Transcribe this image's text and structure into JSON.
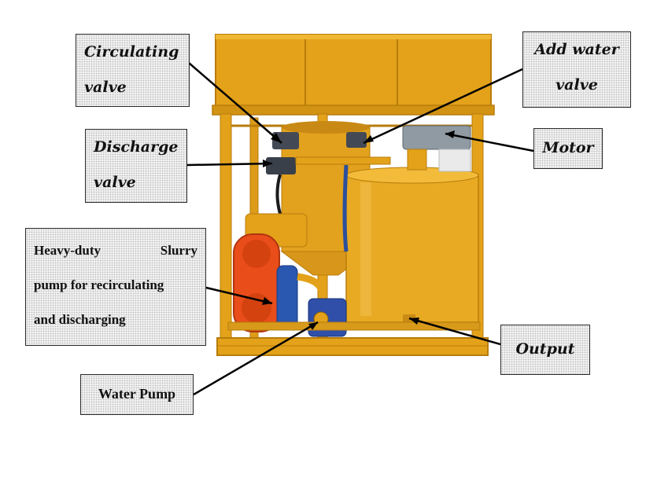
{
  "labels": {
    "circulating_valve": [
      "Circulating",
      "valve"
    ],
    "add_water_valve": [
      "Add water",
      "valve"
    ],
    "discharge_valve": [
      "Discharge",
      "valve"
    ],
    "motor": "Motor",
    "slurry_pump": {
      "row1_left": "Heavy-duty",
      "row1_right": "Slurry",
      "row2": "pump for recirculating",
      "row3": "and discharging"
    },
    "output": "Output",
    "water_pump": "Water Pump"
  },
  "colors": {
    "frame": "#e3a21a",
    "frame_dark": "#b87c0c",
    "tank": "#e7aa22",
    "pump_cover": "#e94d1a",
    "pump_motor": "#2a57b0",
    "motor_grey": "#8f9aa3",
    "leader_line": "#000000"
  }
}
